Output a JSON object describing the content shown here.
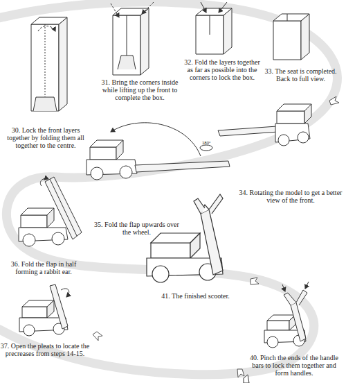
{
  "diagram": {
    "labels": [
      "30. Lock the front layers together by folding them all together to the centre.",
      "31. Bring the corners inside while lifting up the front to complete the box.",
      "32. Fold the layers together as far as possible into the corners to lock the box.",
      "33. The seat is completed. Back to full view.",
      "34. Rotating the model to get a better view of the front.",
      "180°",
      "35. Fold the flap upwards over the wheel.",
      "36. Fold the flap in half forming a rabbit ear.",
      "41. The finished scooter.",
      "37. Open the pleats to locate the precreases from steps 14-15.",
      "40. Pinch the ends of the handle bars to lock them together and form handles."
    ]
  }
}
